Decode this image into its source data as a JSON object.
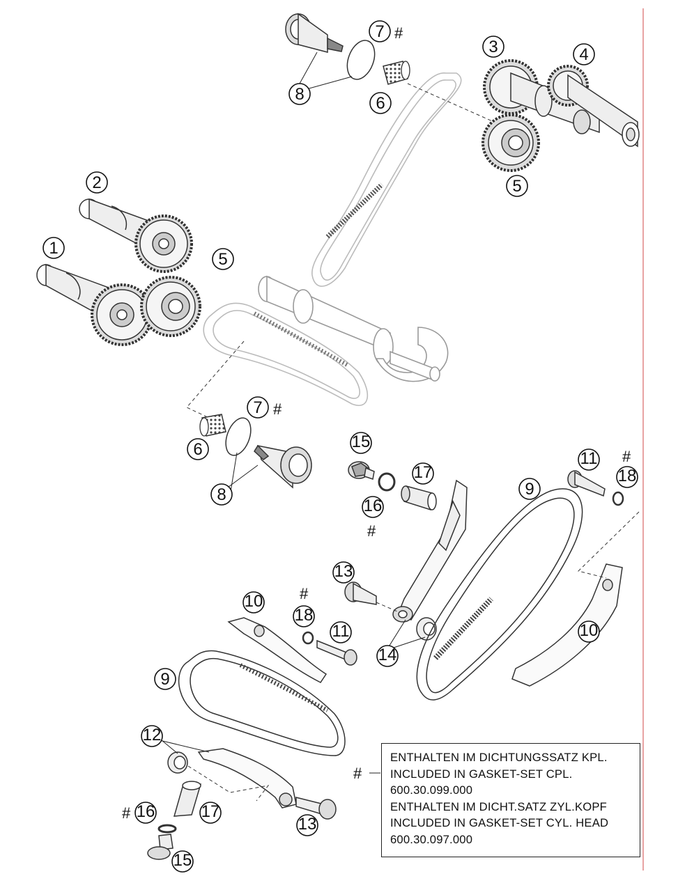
{
  "callouts": [
    {
      "id": "c1",
      "label": "1"
    },
    {
      "id": "c2",
      "label": "2"
    },
    {
      "id": "c3",
      "label": "3"
    },
    {
      "id": "c4",
      "label": "4"
    },
    {
      "id": "c5a",
      "label": "5"
    },
    {
      "id": "c5b",
      "label": "5"
    },
    {
      "id": "c6a",
      "label": "6"
    },
    {
      "id": "c6b",
      "label": "6"
    },
    {
      "id": "c7a",
      "label": "7"
    },
    {
      "id": "c7b",
      "label": "7"
    },
    {
      "id": "c8a",
      "label": "8"
    },
    {
      "id": "c8b",
      "label": "8"
    },
    {
      "id": "c9a",
      "label": "9"
    },
    {
      "id": "c9b",
      "label": "9"
    },
    {
      "id": "c10a",
      "label": "10"
    },
    {
      "id": "c10b",
      "label": "10"
    },
    {
      "id": "c11a",
      "label": "11"
    },
    {
      "id": "c11b",
      "label": "11"
    },
    {
      "id": "c12",
      "label": "12"
    },
    {
      "id": "c13a",
      "label": "13"
    },
    {
      "id": "c13b",
      "label": "13"
    },
    {
      "id": "c14",
      "label": "14"
    },
    {
      "id": "c15a",
      "label": "15"
    },
    {
      "id": "c15b",
      "label": "15"
    },
    {
      "id": "c16a",
      "label": "16"
    },
    {
      "id": "c16b",
      "label": "16"
    },
    {
      "id": "c17a",
      "label": "17"
    },
    {
      "id": "c17b",
      "label": "17"
    },
    {
      "id": "c18a",
      "label": "18"
    },
    {
      "id": "c18b",
      "label": "18"
    }
  ],
  "hash_symbol": "#",
  "note": {
    "symbol": "#",
    "lines": [
      "ENTHALTEN IM DICHTUNGSSATZ KPL.",
      "INCLUDED IN GASKET-SET CPL.",
      "600.30.099.000",
      "ENTHALTEN IM DICHT.SATZ ZYL.KOPF",
      "INCLUDED IN GASKET-SET CYL. HEAD",
      "600.30.097.000"
    ]
  }
}
